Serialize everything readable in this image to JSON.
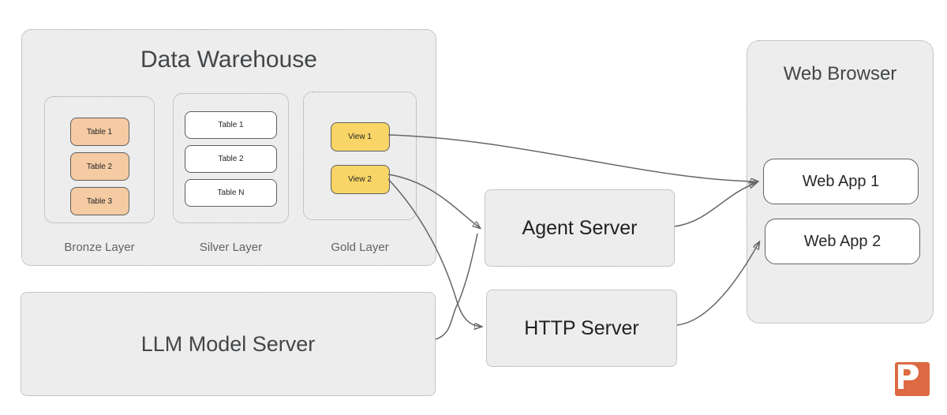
{
  "data_warehouse": {
    "title": "Data Warehouse",
    "bronze": {
      "label": "Bronze Layer",
      "tables": [
        "Table 1",
        "Table 2",
        "Table 3"
      ]
    },
    "silver": {
      "label": "Silver Layer",
      "tables": [
        "Table 1",
        "Table 2",
        "Table N"
      ]
    },
    "gold": {
      "label": "Gold Layer",
      "views": [
        "View 1",
        "View 2"
      ]
    }
  },
  "llm_model_server": {
    "label": "LLM Model Server"
  },
  "agent_server": {
    "label": "Agent Server"
  },
  "http_server": {
    "label": "HTTP Server"
  },
  "web_browser": {
    "title": "Web Browser",
    "apps": [
      "Web App 1",
      "Web App 2"
    ]
  },
  "connections": [
    {
      "from": "view-1",
      "to": "web-app-1"
    },
    {
      "from": "view-2",
      "to": "agent-server"
    },
    {
      "from": "view-2",
      "to": "http-server"
    },
    {
      "from": "llm-model-server",
      "to": "agent-server"
    },
    {
      "from": "agent-server",
      "to": "web-app-1"
    },
    {
      "from": "http-server",
      "to": "web-app-2"
    }
  ],
  "colors": {
    "container_fill": "#EDEDED",
    "dotted_border": "#9C9C9C",
    "bronze_table_fill": "#F4CBA3",
    "gold_view_fill": "#F8D566",
    "white_fill": "#FFFFFF",
    "node_border": "#5F5F5F",
    "arrow": "#666666",
    "title_text": "#434649",
    "layer_label_text": "#5F6368",
    "node_text": "#1F2124",
    "logo_orange": "#DD6A42"
  },
  "logo": {
    "letter": "P"
  }
}
